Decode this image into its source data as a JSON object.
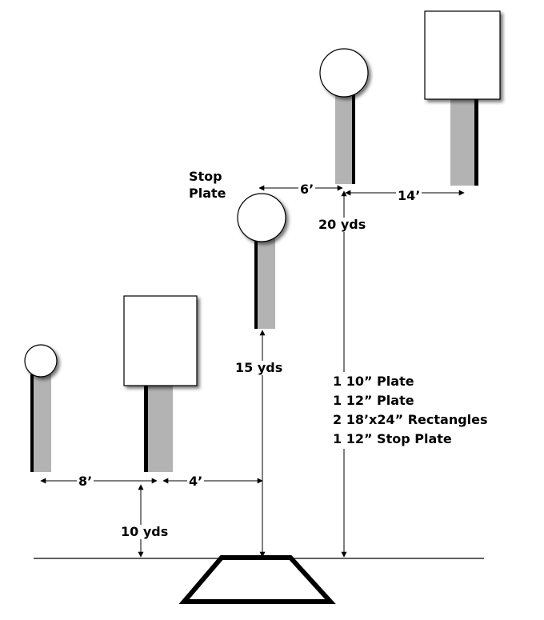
{
  "labels": {
    "stop_plate": "Stop\nPlate",
    "dist_6ft": "6’",
    "dist_14ft": "14’",
    "dist_8ft": "8’",
    "dist_4ft": "4’",
    "yds_20": "20 yds",
    "yds_15": "15 yds",
    "yds_10": "10 yds"
  },
  "target_list": [
    "1 10” Plate",
    "1 12” Plate",
    "2 18’x24” Rectangles",
    "1 12” Stop Plate"
  ],
  "colors": {
    "stand": "#b3b3b3",
    "shadow": "#000000",
    "target": "#ffffff",
    "line": "#000000"
  }
}
